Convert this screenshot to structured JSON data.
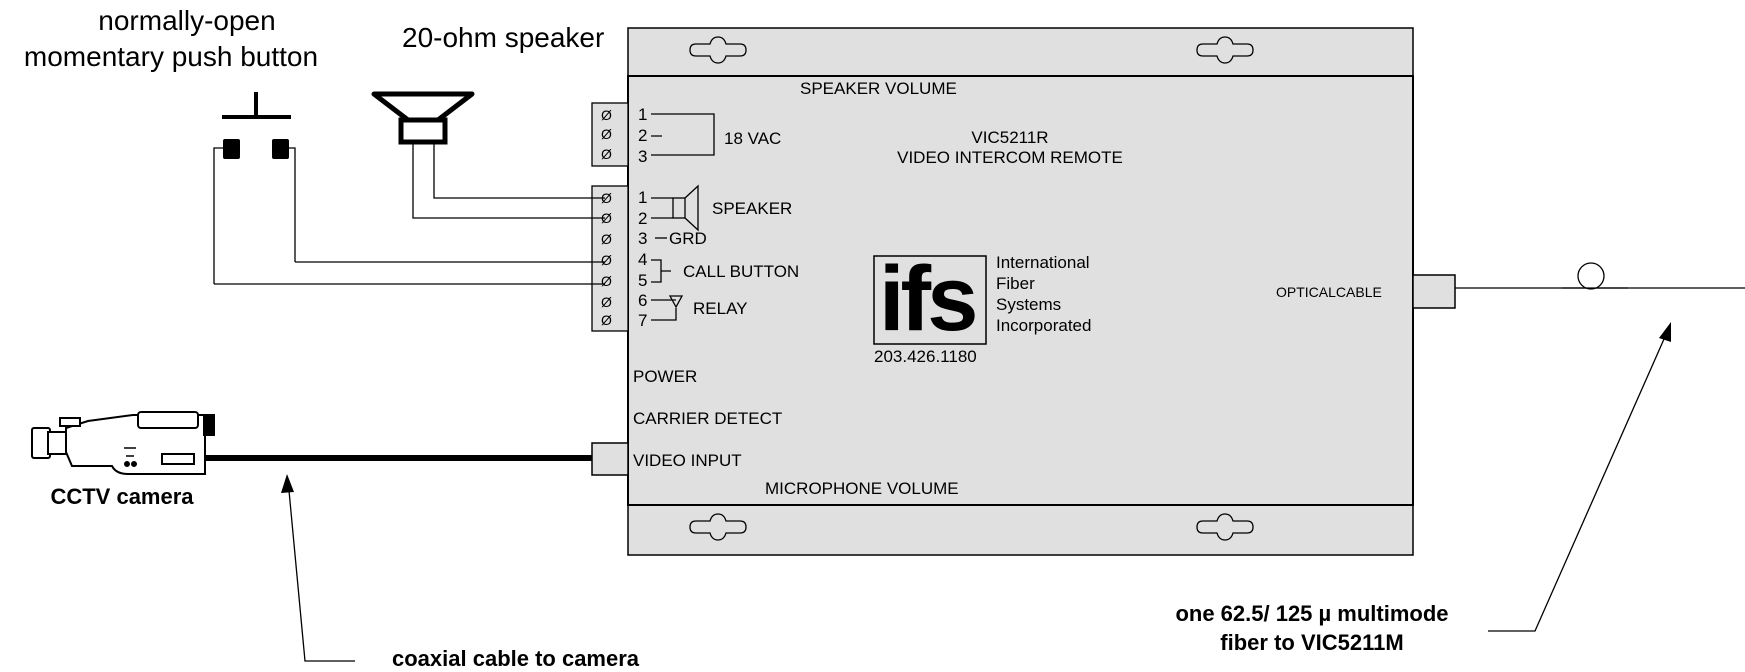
{
  "labels": {
    "push_button": [
      "normally-open",
      "momentary push button"
    ],
    "speaker": "20-ohm speaker",
    "camera": "CCTV camera",
    "coax": "coaxial cable to camera",
    "fiber": [
      "one 62.5/ 125 µ multimode",
      "fiber to VIC5211M"
    ]
  },
  "device": {
    "speaker_volume": "SPEAKER VOLUME",
    "microphone_volume": "MICROPHONE VOLUME",
    "model": "VIC5211R",
    "model_desc": "VIDEO INTERCOM REMOTE",
    "power": "POWER",
    "carrier_detect": "CARRIER DETECT",
    "video_input": "VIDEO INPUT",
    "optical_cable": "OPTICALCABLE"
  },
  "terminal_a": {
    "pins": [
      "1",
      "2",
      "3"
    ],
    "label": "18 VAC"
  },
  "terminal_b": {
    "pins": [
      "1",
      "2",
      "3",
      "4",
      "5",
      "6",
      "7"
    ],
    "speaker_label": "SPEAKER",
    "grd_label": "GRD",
    "call_label": "CALL BUTTON",
    "relay_label": "RELAY"
  },
  "logo": {
    "mark": "ifs",
    "company": [
      "International",
      "Fiber",
      "Systems",
      "Incorporated"
    ],
    "phone": "203.426.1180"
  },
  "glyphs": {
    "screw": "Ø",
    "dash": "—"
  },
  "icons": [
    "push-button-icon",
    "speaker-icon",
    "camera-icon",
    "bnc-connector-icon",
    "screw-icon"
  ],
  "colors": {
    "panel": "#e0e0e0",
    "line": "#000000",
    "background": "#ffffff"
  }
}
